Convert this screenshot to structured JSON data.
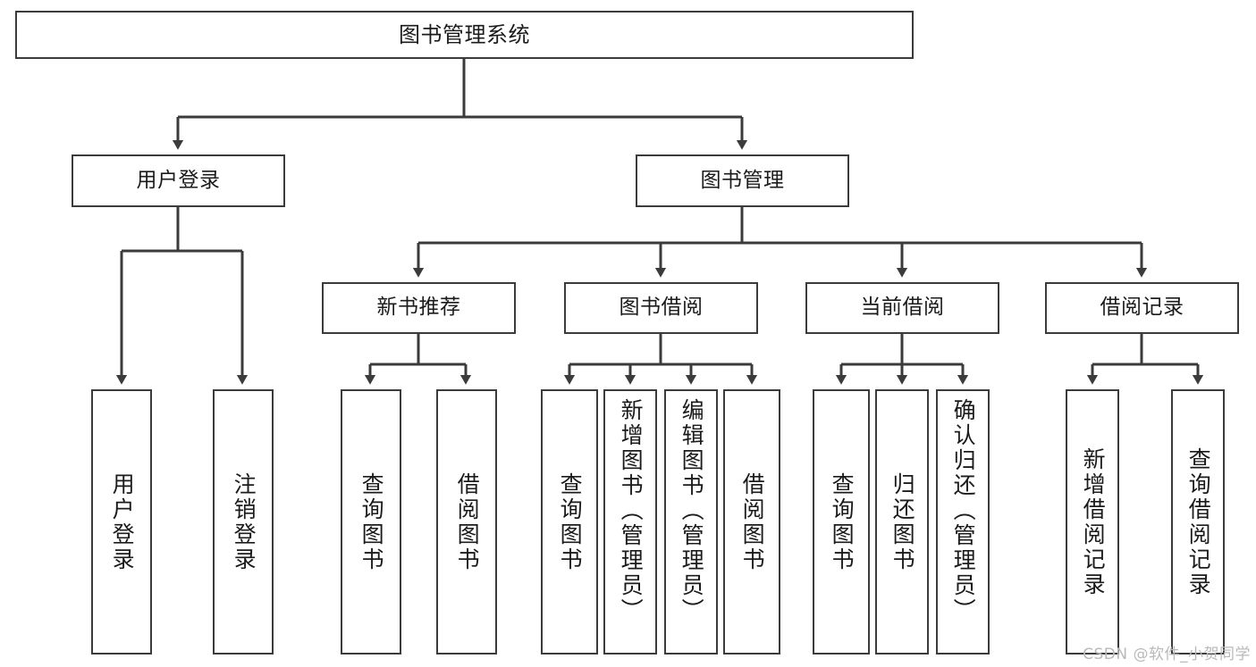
{
  "diagram": {
    "title": "图书管理系统",
    "type": "tree",
    "stroke_color": "#3b3b3b",
    "background_color": "#ffffff",
    "text_color": "#1b1b1b"
  },
  "root": {
    "label": "图书管理系统"
  },
  "level2": [
    {
      "label": "用户登录"
    },
    {
      "label": "图书管理"
    }
  ],
  "level3": [
    {
      "label": "新书推荐"
    },
    {
      "label": "图书借阅"
    },
    {
      "label": "当前借阅"
    },
    {
      "label": "借阅记录"
    }
  ],
  "leaves": {
    "user_login": [
      {
        "label": "用户登录"
      },
      {
        "label": "注销登录"
      }
    ],
    "new_book_recommend": [
      {
        "label": "查询图书"
      },
      {
        "label": "借阅图书"
      }
    ],
    "book_borrow": [
      {
        "label": "查询图书"
      },
      {
        "label": "新增图书（管理员）"
      },
      {
        "label": "编辑图书（管理员）"
      },
      {
        "label": "借阅图书"
      }
    ],
    "current_borrow": [
      {
        "label": "查询图书"
      },
      {
        "label": "归还图书"
      },
      {
        "label": "确认归还（管理员）"
      }
    ],
    "borrow_record": [
      {
        "label": "新增借阅记录"
      },
      {
        "label": "查询借阅记录"
      }
    ]
  },
  "watermark": {
    "text": "CSDN @软件_小贺同学"
  }
}
